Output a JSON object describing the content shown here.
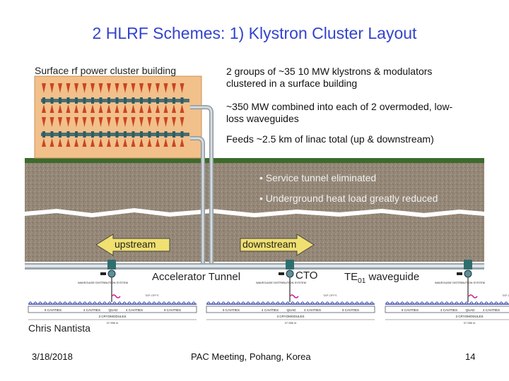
{
  "slide": {
    "title": "2 HLRF Schemes: 1) Klystron Cluster Layout",
    "building_label": "Surface rf power cluster building",
    "bullets": [
      "2 groups of ~35 10 MW klystrons & modulators clustered in a surface building",
      "~350 MW combined into each of 2 overmoded, low-loss waveguides",
      "Feeds ~2.5 km of linac total (up & downstream)"
    ],
    "underground_notes": [
      "• Service tunnel eliminated",
      "• Underground heat load greatly reduced"
    ],
    "upstream_label": "upstream",
    "downstream_label": "downstream",
    "accelerator_label": "Accelerator Tunnel",
    "cto_label": "CTO",
    "te_label_main": "TE",
    "te_label_sub": "01",
    "te_label_rest": " waveguide",
    "author": "Chris Nantista",
    "date": "3/18/2018",
    "meeting": "PAC Meeting, Pohang, Korea",
    "page_number": "14",
    "linac_unit": {
      "waveguide_label": "WAVEGUIDE DISTRIBUTION SYSTEM",
      "tap_label": "TAP-OFFS",
      "cryomodules_label": "3 CRYOMODULES",
      "segment_labels": [
        "9 CAVITIES",
        "4 CAVITIES",
        "QUAD",
        "4 CAVITIES",
        "9 CAVITIES"
      ],
      "length_label": "37.956 m"
    },
    "colors": {
      "title": "#3344cc",
      "building": "#f2c08a",
      "ground": "#968878",
      "grass": "#3c6b2c",
      "arrow": "#f0e070",
      "klystron": "#cc4422",
      "pipe": "#bcc6cc"
    }
  }
}
